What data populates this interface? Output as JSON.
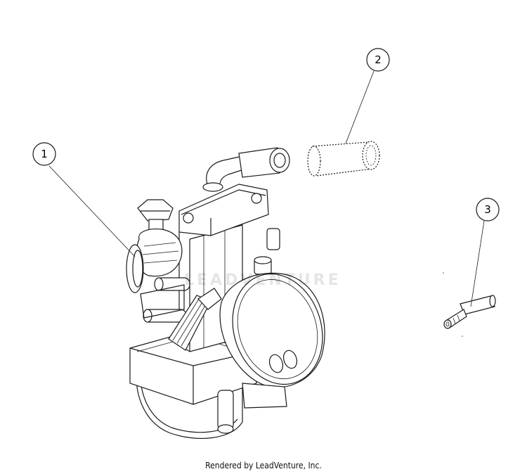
{
  "callouts": [
    {
      "number": "1",
      "part": "carburetor"
    },
    {
      "number": "2",
      "part": "sleeve"
    },
    {
      "number": "3",
      "part": "jet"
    }
  ],
  "watermark": "LEADVENTURE",
  "footer": {
    "credit": "Rendered by LeadVenture, Inc."
  }
}
